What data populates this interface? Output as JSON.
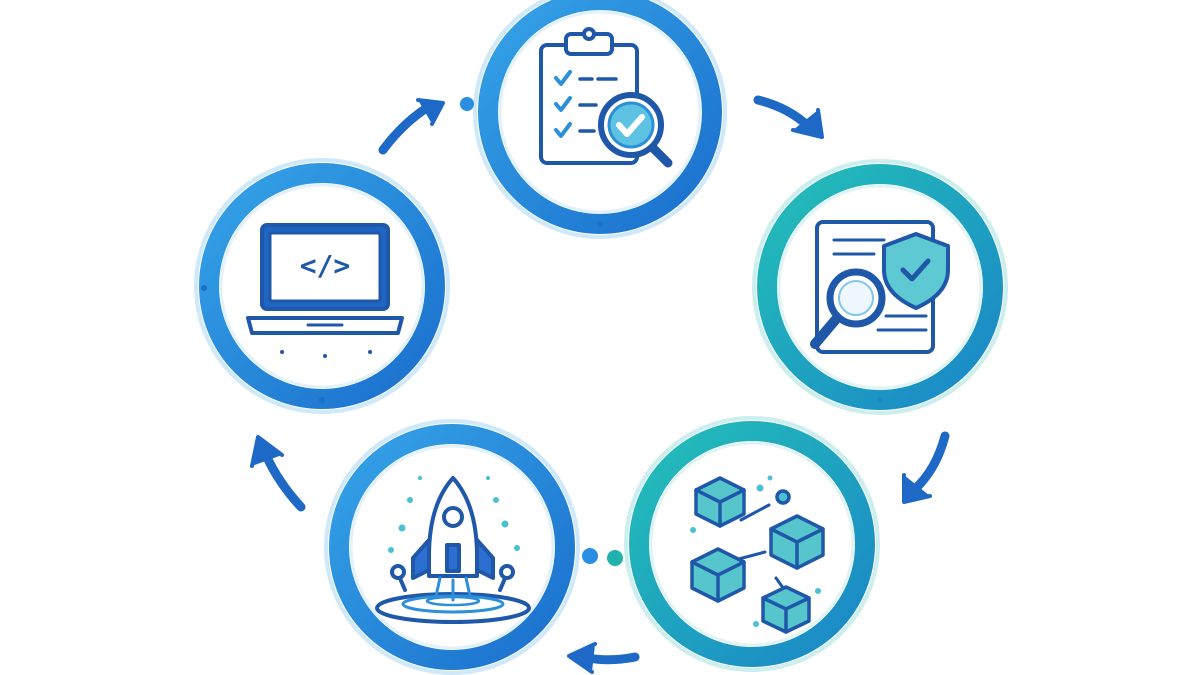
{
  "diagram": {
    "stages": [
      {
        "id": "planning",
        "icon": "clipboard-checklist-magnifier-icon",
        "accent": "#1e7fd6"
      },
      {
        "id": "review",
        "icon": "document-shield-magnifier-icon",
        "accent": "#16a9a8"
      },
      {
        "id": "build",
        "icon": "connected-cubes-icon",
        "accent": "#19a8a2"
      },
      {
        "id": "launch",
        "icon": "rocket-launch-icon",
        "accent": "#1e80d8"
      },
      {
        "id": "code",
        "icon": "laptop-code-icon",
        "accent": "#1e7fd6",
        "code_label": "</>"
      }
    ],
    "arrows": [
      {
        "from": "code",
        "to": "planning"
      },
      {
        "from": "planning",
        "to": "review"
      },
      {
        "from": "review",
        "to": "build"
      },
      {
        "from": "build",
        "to": "launch"
      },
      {
        "from": "launch",
        "to": "code"
      }
    ],
    "colors": {
      "icon_stroke": "#1f58a8",
      "icon_fill": "#4bc0d0",
      "blue_ring": "#1f86d9",
      "teal_ring": "#18aaa6",
      "arrow": "#1f69c6"
    }
  }
}
